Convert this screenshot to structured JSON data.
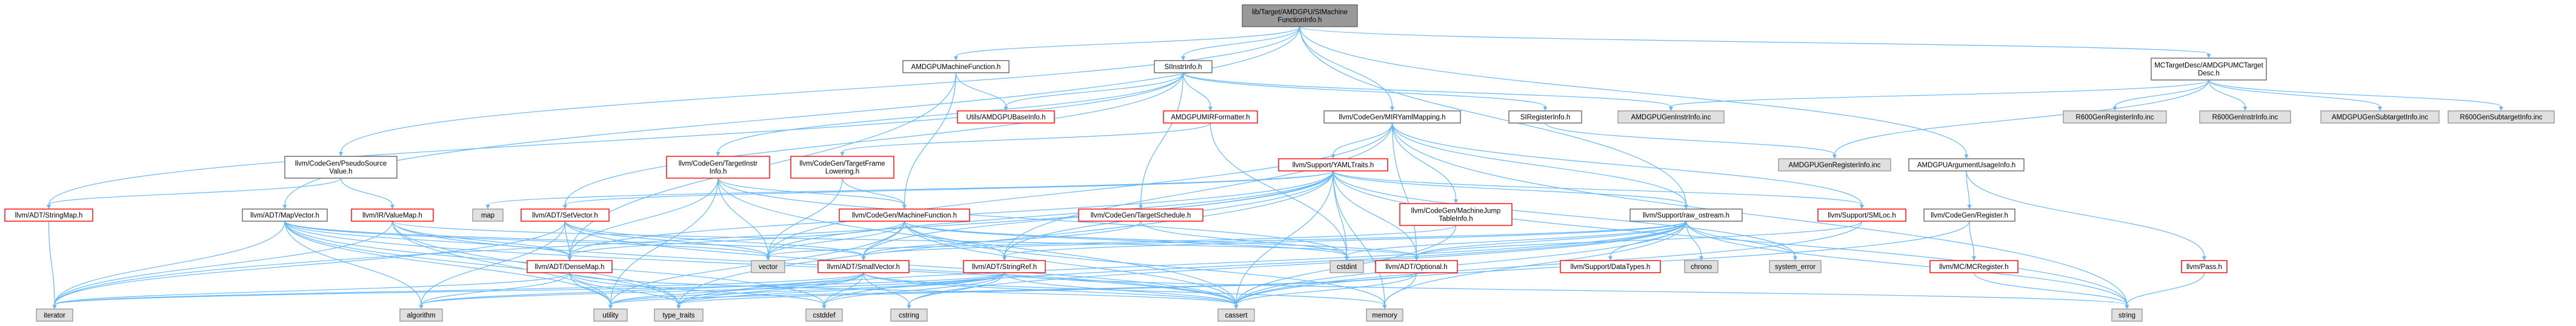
{
  "diagram": {
    "title": "lib/Target/AMDGPU/SIMachineFunctionInfo.h",
    "colors": {
      "root_fill": "#999999",
      "root_border": "#666666",
      "red_node_border": "#ff0000",
      "normal_node_border": "#666666",
      "normal_node_fill": "#ffffff",
      "gray_node_fill": "#e0e0e0",
      "gray_node_border": "#999999",
      "red_text": "#ff0000",
      "edge_color": "#63b8ff"
    },
    "nodes": [
      {
        "id": "root",
        "label": [
          "lib/Target/AMDGPU/SIMachine",
          "FunctionInfo.h"
        ],
        "style": "root"
      },
      {
        "id": "amdgpu_mf",
        "label": [
          "AMDGPUMachineFunction.h"
        ],
        "style": "normal"
      },
      {
        "id": "siinstrinfo",
        "label": [
          "SIInstrInfo.h"
        ],
        "style": "normal"
      },
      {
        "id": "mctargetdesc",
        "label": [
          "MCTargetDesc/AMDGPUMCTarget",
          "Desc.h"
        ],
        "style": "normal"
      },
      {
        "id": "utils_base",
        "label": [
          "Utils/AMDGPUBaseInfo.h"
        ],
        "style": "red"
      },
      {
        "id": "amdgpu_mir",
        "label": [
          "AMDGPUMIRFormatter.h"
        ],
        "style": "red"
      },
      {
        "id": "mir_yaml",
        "label": [
          "llvm/CodeGen/MIRYamlMapping.h"
        ],
        "style": "normal"
      },
      {
        "id": "siregisterinfo",
        "label": [
          "SIRegisterInfo.h"
        ],
        "style": "normal"
      },
      {
        "id": "amdgpu_geninstr",
        "label": [
          "AMDGPUGenInstrInfo.inc"
        ],
        "style": "gray"
      },
      {
        "id": "r600_genreg",
        "label": [
          "R600GenRegisterInfo.inc"
        ],
        "style": "gray"
      },
      {
        "id": "r600_geninstr",
        "label": [
          "R600GenInstrInfo.inc"
        ],
        "style": "gray"
      },
      {
        "id": "amdgpu_gensub",
        "label": [
          "AMDGPUGenSubtargetInfo.inc"
        ],
        "style": "gray"
      },
      {
        "id": "r600_gensub",
        "label": [
          "R600GenSubtargetInfo.inc"
        ],
        "style": "gray"
      },
      {
        "id": "pseudosrc",
        "label": [
          "llvm/CodeGen/PseudoSource",
          "Value.h"
        ],
        "style": "normal"
      },
      {
        "id": "targetinstr",
        "label": [
          "llvm/CodeGen/TargetInstr",
          "Info.h"
        ],
        "style": "red"
      },
      {
        "id": "targetframe",
        "label": [
          "llvm/CodeGen/TargetFrame",
          "Lowering.h"
        ],
        "style": "red"
      },
      {
        "id": "yamltraits",
        "label": [
          "llvm/Support/YAMLTraits.h"
        ],
        "style": "red"
      },
      {
        "id": "amdgpu_genreg",
        "label": [
          "AMDGPUGenRegisterInfo.inc"
        ],
        "style": "gray"
      },
      {
        "id": "argusage",
        "label": [
          "AMDGPUArgumentUsageInfo.h"
        ],
        "style": "normal"
      },
      {
        "id": "stringmap",
        "label": [
          "llvm/ADT/StringMap.h"
        ],
        "style": "red"
      },
      {
        "id": "mapvector",
        "label": [
          "llvm/ADT/MapVector.h"
        ],
        "style": "normal"
      },
      {
        "id": "valuemap",
        "label": [
          "llvm/IR/ValueMap.h"
        ],
        "style": "red"
      },
      {
        "id": "map",
        "label": [
          "map"
        ],
        "style": "gray"
      },
      {
        "id": "setvector",
        "label": [
          "llvm/ADT/SetVector.h"
        ],
        "style": "red"
      },
      {
        "id": "machinefunction",
        "label": [
          "llvm/CodeGen/MachineFunction.h"
        ],
        "style": "red"
      },
      {
        "id": "targetsched",
        "label": [
          "llvm/CodeGen/TargetSchedule.h"
        ],
        "style": "red"
      },
      {
        "id": "machinejump",
        "label": [
          "llvm/CodeGen/MachineJump",
          "TableInfo.h"
        ],
        "style": "red"
      },
      {
        "id": "raw_ostream",
        "label": [
          "llvm/Support/raw_ostream.h"
        ],
        "style": "normal"
      },
      {
        "id": "smloc",
        "label": [
          "llvm/Support/SMLoc.h"
        ],
        "style": "red"
      },
      {
        "id": "codegen_register",
        "label": [
          "llvm/CodeGen/Register.h"
        ],
        "style": "normal"
      },
      {
        "id": "pass",
        "label": [
          "llvm/Pass.h"
        ],
        "style": "red"
      },
      {
        "id": "densemap",
        "label": [
          "llvm/ADT/DenseMap.h"
        ],
        "style": "red"
      },
      {
        "id": "vector",
        "label": [
          "vector"
        ],
        "style": "gray"
      },
      {
        "id": "smallvector",
        "label": [
          "llvm/ADT/SmallVector.h"
        ],
        "style": "red"
      },
      {
        "id": "stringref",
        "label": [
          "llvm/ADT/StringRef.h"
        ],
        "style": "red"
      },
      {
        "id": "cstdint",
        "label": [
          "cstdint"
        ],
        "style": "gray"
      },
      {
        "id": "optional",
        "label": [
          "llvm/ADT/Optional.h"
        ],
        "style": "red"
      },
      {
        "id": "datatypes",
        "label": [
          "llvm/Support/DataTypes.h"
        ],
        "style": "red"
      },
      {
        "id": "chrono",
        "label": [
          "chrono"
        ],
        "style": "gray"
      },
      {
        "id": "system_error",
        "label": [
          "system_error"
        ],
        "style": "gray"
      },
      {
        "id": "mcregister",
        "label": [
          "llvm/MC/MCRegister.h"
        ],
        "style": "red"
      },
      {
        "id": "iterator",
        "label": [
          "iterator"
        ],
        "style": "gray"
      },
      {
        "id": "algorithm",
        "label": [
          "algorithm"
        ],
        "style": "gray"
      },
      {
        "id": "utility",
        "label": [
          "utility"
        ],
        "style": "gray"
      },
      {
        "id": "type_traits",
        "label": [
          "type_traits"
        ],
        "style": "gray"
      },
      {
        "id": "cstddef",
        "label": [
          "cstddef"
        ],
        "style": "gray"
      },
      {
        "id": "cstring",
        "label": [
          "cstring"
        ],
        "style": "gray"
      },
      {
        "id": "cassert",
        "label": [
          "cassert"
        ],
        "style": "gray"
      },
      {
        "id": "memory",
        "label": [
          "memory"
        ],
        "style": "gray"
      },
      {
        "id": "string",
        "label": [
          "string"
        ],
        "style": "gray"
      }
    ],
    "edges": [
      [
        "root",
        "amdgpu_mf"
      ],
      [
        "root",
        "siinstrinfo"
      ],
      [
        "root",
        "mctargetdesc"
      ],
      [
        "root",
        "mir_yaml"
      ],
      [
        "root",
        "pseudosrc"
      ],
      [
        "root",
        "argusage"
      ],
      [
        "root",
        "mapvector"
      ],
      [
        "root",
        "raw_ostream"
      ],
      [
        "amdgpu_mf",
        "utils_base"
      ],
      [
        "amdgpu_mf",
        "machinefunction"
      ],
      [
        "amdgpu_mf",
        "densemap"
      ],
      [
        "siinstrinfo",
        "utils_base"
      ],
      [
        "siinstrinfo",
        "amdgpu_mir"
      ],
      [
        "siinstrinfo",
        "siregisterinfo"
      ],
      [
        "siinstrinfo",
        "amdgpu_geninstr"
      ],
      [
        "siinstrinfo",
        "targetinstr"
      ],
      [
        "siinstrinfo",
        "targetsched"
      ],
      [
        "siinstrinfo",
        "setvector"
      ],
      [
        "siinstrinfo",
        "stringmap"
      ],
      [
        "mctargetdesc",
        "amdgpu_geninstr"
      ],
      [
        "mctargetdesc",
        "r600_genreg"
      ],
      [
        "mctargetdesc",
        "r600_geninstr"
      ],
      [
        "mctargetdesc",
        "amdgpu_gensub"
      ],
      [
        "mctargetdesc",
        "r600_gensub"
      ],
      [
        "mctargetdesc",
        "amdgpu_genreg"
      ],
      [
        "amdgpu_mir",
        "targetframe"
      ],
      [
        "amdgpu_mir",
        "cstdint"
      ],
      [
        "mir_yaml",
        "yamltraits"
      ],
      [
        "mir_yaml",
        "machinejump"
      ],
      [
        "mir_yaml",
        "raw_ostream"
      ],
      [
        "mir_yaml",
        "smloc"
      ],
      [
        "mir_yaml",
        "stringref"
      ],
      [
        "mir_yaml",
        "optional"
      ],
      [
        "mir_yaml",
        "vector"
      ],
      [
        "mir_yaml",
        "string"
      ],
      [
        "siregisterinfo",
        "amdgpu_genreg"
      ],
      [
        "pseudosrc",
        "valuemap"
      ],
      [
        "pseudosrc",
        "stringmap"
      ],
      [
        "targetinstr",
        "machinefunction"
      ],
      [
        "targetinstr",
        "densemap"
      ],
      [
        "targetinstr",
        "vector"
      ],
      [
        "targetinstr",
        "cstdint"
      ],
      [
        "targetinstr",
        "cassert"
      ],
      [
        "targetinstr",
        "utility"
      ],
      [
        "targetframe",
        "machinefunction"
      ],
      [
        "targetframe",
        "vector"
      ],
      [
        "yamltraits",
        "smallvector"
      ],
      [
        "yamltraits",
        "stringref"
      ],
      [
        "yamltraits",
        "optional"
      ],
      [
        "yamltraits",
        "raw_ostream"
      ],
      [
        "yamltraits",
        "smloc"
      ],
      [
        "yamltraits",
        "map"
      ],
      [
        "yamltraits",
        "vector"
      ],
      [
        "yamltraits",
        "cstdint"
      ],
      [
        "yamltraits",
        "cassert"
      ],
      [
        "yamltraits",
        "memory"
      ],
      [
        "yamltraits",
        "string"
      ],
      [
        "yamltraits",
        "system_error"
      ],
      [
        "yamltraits",
        "type_traits"
      ],
      [
        "yamltraits",
        "setvector"
      ],
      [
        "yamltraits",
        "densemap"
      ],
      [
        "yamltraits",
        "iterator"
      ],
      [
        "argusage",
        "codegen_register"
      ],
      [
        "argusage",
        "pass"
      ],
      [
        "stringmap",
        "iterator"
      ],
      [
        "mapvector",
        "densemap"
      ],
      [
        "mapvector",
        "smallvector"
      ],
      [
        "mapvector",
        "vector"
      ],
      [
        "mapvector",
        "algorithm"
      ],
      [
        "mapvector",
        "cassert"
      ],
      [
        "mapvector",
        "cstddef"
      ],
      [
        "mapvector",
        "iterator"
      ],
      [
        "mapvector",
        "type_traits"
      ],
      [
        "mapvector",
        "utility"
      ],
      [
        "valuemap",
        "densemap"
      ],
      [
        "valuemap",
        "optional"
      ],
      [
        "valuemap",
        "cassert"
      ],
      [
        "valuemap",
        "iterator"
      ],
      [
        "valuemap",
        "type_traits"
      ],
      [
        "valuemap",
        "utility"
      ],
      [
        "setvector",
        "densemap"
      ],
      [
        "setvector",
        "smallvector"
      ],
      [
        "setvector",
        "algorithm"
      ],
      [
        "setvector",
        "cassert"
      ],
      [
        "setvector",
        "iterator"
      ],
      [
        "setvector",
        "vector"
      ],
      [
        "machinefunction",
        "densemap"
      ],
      [
        "machinefunction",
        "smallvector"
      ],
      [
        "machinefunction",
        "optional"
      ],
      [
        "machinefunction",
        "stringref"
      ],
      [
        "machinefunction",
        "cassert"
      ],
      [
        "machinefunction",
        "cstdint"
      ],
      [
        "machinefunction",
        "memory"
      ],
      [
        "machinefunction",
        "utility"
      ],
      [
        "machinefunction",
        "vector"
      ],
      [
        "targetsched",
        "smallvector"
      ],
      [
        "targetsched",
        "cstdint"
      ],
      [
        "machinejump",
        "vector"
      ],
      [
        "machinejump",
        "cassert"
      ],
      [
        "raw_ostream",
        "smallvector"
      ],
      [
        "raw_ostream",
        "stringref"
      ],
      [
        "raw_ostream",
        "optional"
      ],
      [
        "raw_ostream",
        "datatypes"
      ],
      [
        "raw_ostream",
        "cassert"
      ],
      [
        "raw_ostream",
        "chrono"
      ],
      [
        "raw_ostream",
        "cstddef"
      ],
      [
        "raw_ostream",
        "cstdint"
      ],
      [
        "raw_ostream",
        "cstring"
      ],
      [
        "raw_ostream",
        "memory"
      ],
      [
        "raw_ostream",
        "string"
      ],
      [
        "raw_ostream",
        "system_error"
      ],
      [
        "raw_ostream",
        "type_traits"
      ],
      [
        "smloc",
        "optional"
      ],
      [
        "smloc",
        "cassert"
      ],
      [
        "codegen_register",
        "mcregister"
      ],
      [
        "codegen_register",
        "cassert"
      ],
      [
        "mcregister",
        "string"
      ],
      [
        "pass",
        "string"
      ],
      [
        "densemap",
        "algorithm"
      ],
      [
        "densemap",
        "cassert"
      ],
      [
        "densemap",
        "cstddef"
      ],
      [
        "densemap",
        "iterator"
      ],
      [
        "densemap",
        "type_traits"
      ],
      [
        "densemap",
        "utility"
      ],
      [
        "smallvector",
        "algorithm"
      ],
      [
        "smallvector",
        "cassert"
      ],
      [
        "smallvector",
        "cstddef"
      ],
      [
        "smallvector",
        "cstring"
      ],
      [
        "smallvector",
        "iterator"
      ],
      [
        "smallvector",
        "memory"
      ],
      [
        "smallvector",
        "type_traits"
      ],
      [
        "smallvector",
        "utility"
      ],
      [
        "stringref",
        "algorithm"
      ],
      [
        "stringref",
        "cassert"
      ],
      [
        "stringref",
        "cstddef"
      ],
      [
        "stringref",
        "cstring"
      ],
      [
        "stringref",
        "iterator"
      ],
      [
        "stringref",
        "string"
      ],
      [
        "stringref",
        "type_traits"
      ],
      [
        "stringref",
        "utility"
      ],
      [
        "optional",
        "cassert"
      ],
      [
        "optional",
        "memory"
      ],
      [
        "optional",
        "utility"
      ],
      [
        "optional",
        "type_traits"
      ]
    ]
  }
}
